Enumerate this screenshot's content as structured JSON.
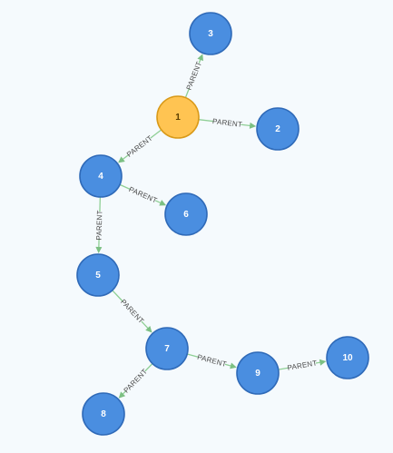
{
  "graph": {
    "nodes": [
      {
        "id": "1",
        "label": "1",
        "highlighted": true
      },
      {
        "id": "2",
        "label": "2",
        "highlighted": false
      },
      {
        "id": "3",
        "label": "3",
        "highlighted": false
      },
      {
        "id": "4",
        "label": "4",
        "highlighted": false
      },
      {
        "id": "5",
        "label": "5",
        "highlighted": false
      },
      {
        "id": "6",
        "label": "6",
        "highlighted": false
      },
      {
        "id": "7",
        "label": "7",
        "highlighted": false
      },
      {
        "id": "8",
        "label": "8",
        "highlighted": false
      },
      {
        "id": "9",
        "label": "9",
        "highlighted": false
      },
      {
        "id": "10",
        "label": "10",
        "highlighted": false
      }
    ],
    "edges": [
      {
        "from": "1",
        "to": "3",
        "label": "PARENT"
      },
      {
        "from": "1",
        "to": "2",
        "label": "PARENT"
      },
      {
        "from": "1",
        "to": "4",
        "label": "PARENT"
      },
      {
        "from": "4",
        "to": "6",
        "label": "PARENT"
      },
      {
        "from": "4",
        "to": "5",
        "label": "PARENT"
      },
      {
        "from": "5",
        "to": "7",
        "label": "PARENT"
      },
      {
        "from": "7",
        "to": "9",
        "label": "PARENT"
      },
      {
        "from": "7",
        "to": "8",
        "label": "PARENT"
      },
      {
        "from": "9",
        "to": "10",
        "label": "PARENT"
      }
    ]
  },
  "colors": {
    "background": "#f5fafd",
    "node_fill": "#4a8ee0",
    "node_stroke": "#2f6ab8",
    "node_text": "#ffffff",
    "highlight_fill": "#ffc452",
    "highlight_stroke": "#d99a19",
    "highlight_text": "#5a3d00",
    "edge": "#8fcf95"
  }
}
